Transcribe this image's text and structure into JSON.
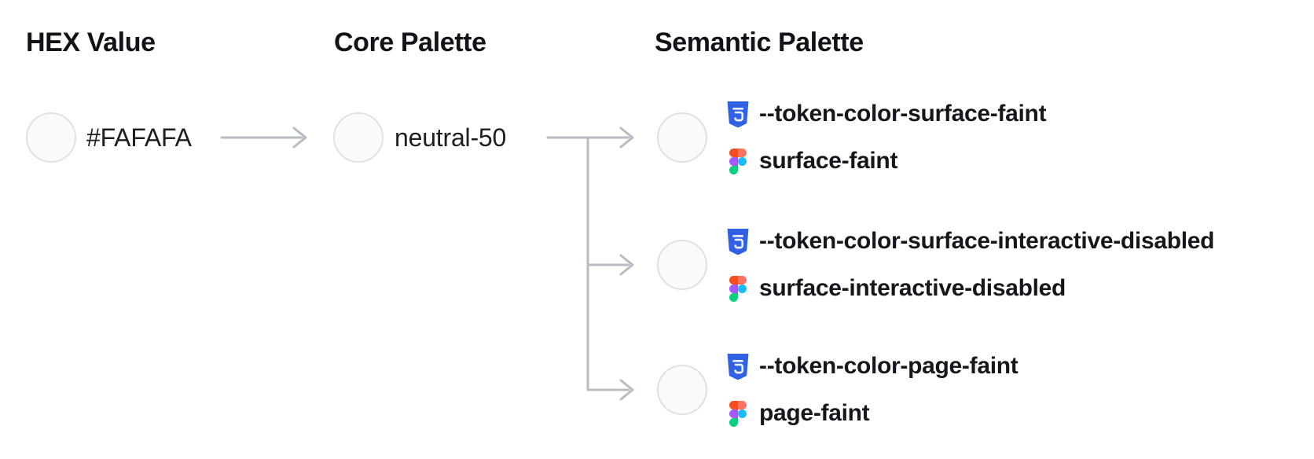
{
  "diagram": {
    "columns": {
      "hex": {
        "heading": "HEX Value",
        "value": "#FAFAFA",
        "swatch_color": "#FAFAFA"
      },
      "core": {
        "heading": "Core Palette",
        "value": "neutral-50",
        "swatch_color": "#FAFAFA"
      },
      "semantic": {
        "heading": "Semantic Palette",
        "tokens": [
          {
            "css_var": "--token-color-surface-faint",
            "figma_name": "surface-faint",
            "swatch_color": "#FAFAFA"
          },
          {
            "css_var": "--token-color-surface-interactive-disabled",
            "figma_name": "surface-interactive-disabled",
            "swatch_color": "#FAFAFA"
          },
          {
            "css_var": "--token-color-page-faint",
            "figma_name": "page-faint",
            "swatch_color": "#FAFAFA"
          }
        ]
      }
    },
    "icons": {
      "css_logo": "css3-shield-icon",
      "figma_logo": "figma-logo-icon"
    },
    "colors": {
      "background": "#FFFFFF",
      "swatch_fill": "#FAFAFA",
      "swatch_border": "#DFE1E6",
      "arrow": "#B7BBC2",
      "heading_text": "#111318",
      "token_text": "#15171C",
      "css_logo_blue": "#3061E4",
      "figma_red": "#F24E1E",
      "figma_salmon": "#FF7262",
      "figma_purple": "#A259FF",
      "figma_blue": "#1ABCFE",
      "figma_green": "#0ACF83"
    }
  }
}
